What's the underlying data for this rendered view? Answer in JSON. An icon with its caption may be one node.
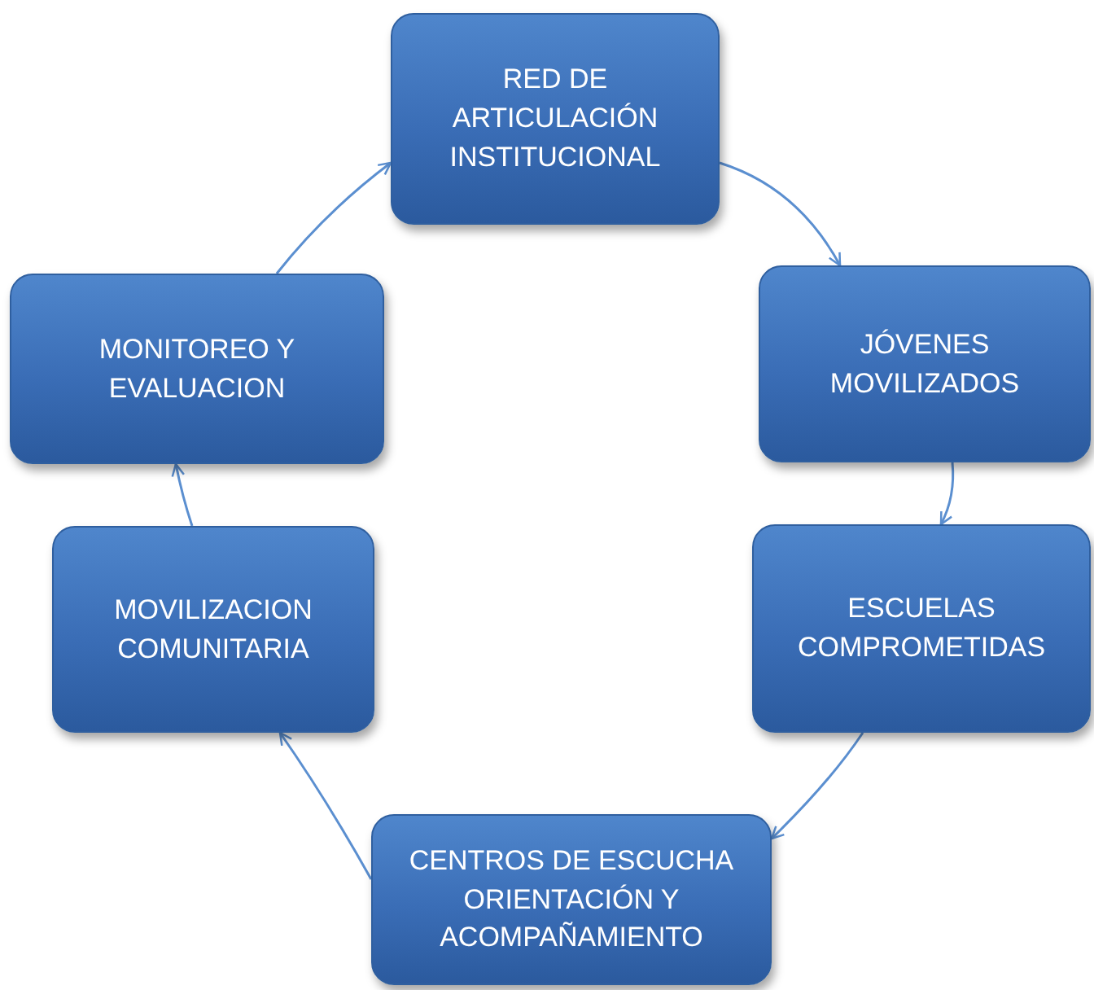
{
  "diagram": {
    "nodes": [
      {
        "text": [
          "RED DE ARTICULACIÓN INSTITUCIONAL"
        ]
      },
      {
        "text": [
          "JÓVENES MOVILIZADOS"
        ]
      },
      {
        "text": [
          "ESCUELAS COMPROMETIDAS"
        ]
      },
      {
        "text": [
          "CENTROS DE ESCUCHA ORIENTACIÓN Y ACOMPAÑAMIENTO"
        ]
      },
      {
        "text": [
          "MOVILIZACION COMUNITARIA"
        ]
      },
      {
        "text": [
          "MONITOREO Y EVALUACION"
        ]
      }
    ],
    "edges": [
      {
        "from": 0,
        "to": 1,
        "arrow": "to"
      },
      {
        "from": 1,
        "to": 2,
        "arrow": "to"
      },
      {
        "from": 2,
        "to": 3,
        "arrow": "to"
      },
      {
        "from": 3,
        "to": 4,
        "arrow": "to"
      },
      {
        "from": 4,
        "to": 5,
        "arrow": "to"
      },
      {
        "from": 5,
        "to": 0,
        "arrow": "to"
      }
    ]
  }
}
